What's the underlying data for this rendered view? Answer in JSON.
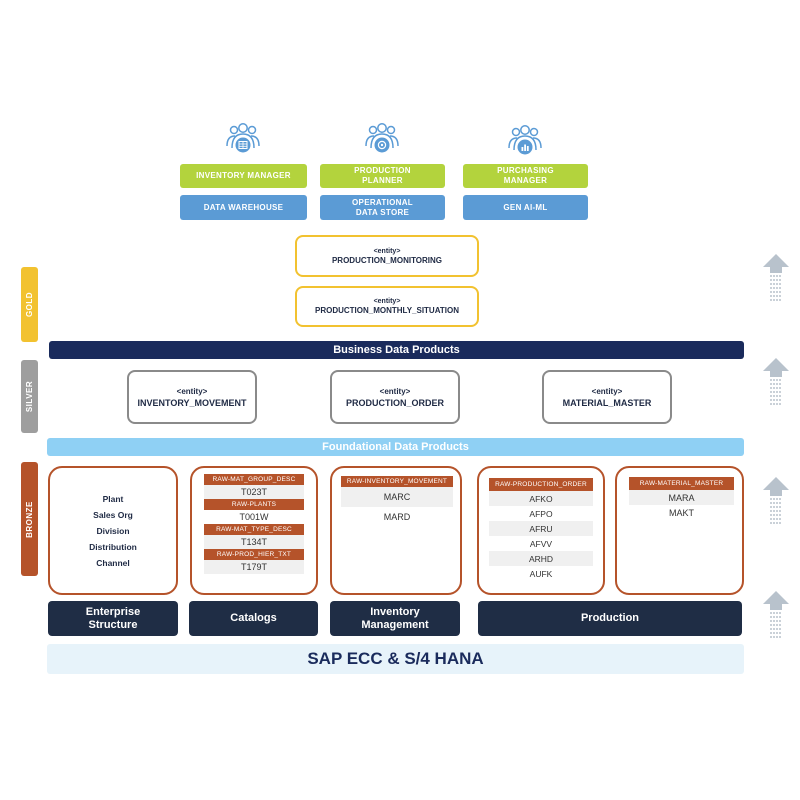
{
  "consumers": [
    {
      "icon": "users-table-icon",
      "role": "INVENTORY MANAGER",
      "tech": "DATA WAREHOUSE"
    },
    {
      "icon": "users-gear-icon",
      "role": "PRODUCTION PLANNER",
      "tech": "OPERATIONAL DATA STORE"
    },
    {
      "icon": "users-chart-icon",
      "role": "PURCHASING MANAGER",
      "tech": "GEN AI-ML"
    }
  ],
  "gold": {
    "label": "GOLD",
    "color": "#f2c230",
    "entities": [
      {
        "tag": "<entity>",
        "name": "PRODUCTION_MONITORING"
      },
      {
        "tag": "<entity>",
        "name": "PRODUCTION_MONTHLY_SITUATION"
      }
    ]
  },
  "business_band": "Business Data Products",
  "silver": {
    "label": "SILVER",
    "color": "#9e9e9e",
    "entities": [
      {
        "tag": "<entity>",
        "name": "INVENTORY_MOVEMENT"
      },
      {
        "tag": "<entity>",
        "name": "PRODUCTION_ORDER"
      },
      {
        "tag": "<entity>",
        "name": "MATERIAL_MASTER"
      }
    ]
  },
  "foundational_band": "Foundational Data Products",
  "bronze": {
    "label": "BRONZE",
    "color": "#b5532a",
    "enterprise_items": [
      "Plant",
      "Sales Org",
      "Division",
      "Distribution",
      "Channel"
    ],
    "catalogs": [
      {
        "tag": "RAW-MAT_GROUP_DESC",
        "value": "T023T"
      },
      {
        "tag": "RAW-PLANTS",
        "value": "T001W"
      },
      {
        "tag": "RAW-MAT_TYPE_DESC",
        "value": "T134T"
      },
      {
        "tag": "RAW-PROD_HIER_TXT",
        "value": "T179T"
      }
    ],
    "inventory": {
      "tag": "RAW-INVENTORY_MOVEMENT",
      "values": [
        "MARC",
        "MARD"
      ]
    },
    "production": {
      "tag": "RAW-PRODUCTION_ORDER",
      "values": [
        "AFKO",
        "AFPO",
        "AFRU",
        "AFVV",
        "ARHD",
        "AUFK"
      ]
    },
    "material": {
      "tag": "RAW-MATERIAL_MASTER",
      "values": [
        "MARA",
        "MAKT"
      ]
    }
  },
  "sources": [
    {
      "label": "Enterprise Structure"
    },
    {
      "label": "Catalogs"
    },
    {
      "label": "Inventory Management"
    },
    {
      "label": "Production"
    }
  ],
  "platform": "SAP ECC & S/4 HANA",
  "colors": {
    "navy": "#1a2b5c",
    "light_blue": "#8fd0f4",
    "green": "#b3d33d",
    "blue": "#5b9bd5",
    "dark": "#1f2d45"
  }
}
